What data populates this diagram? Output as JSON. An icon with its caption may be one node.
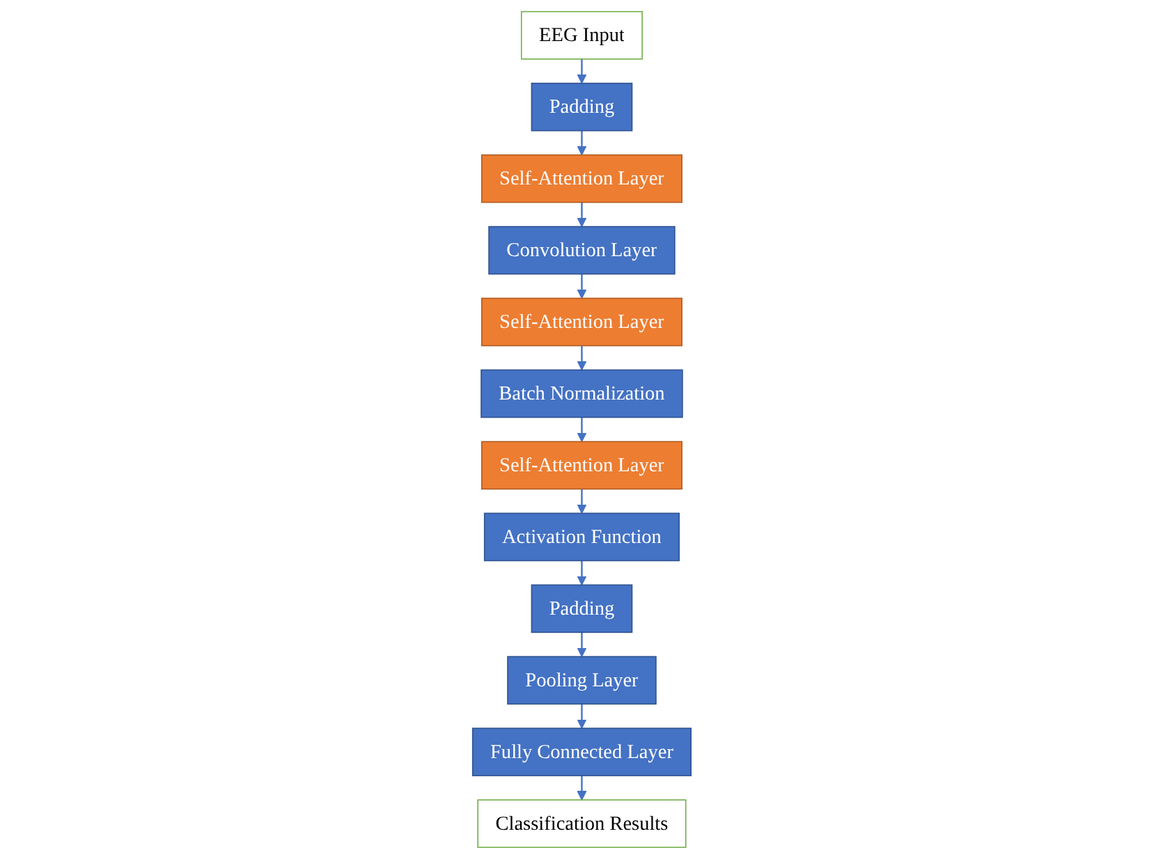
{
  "diagram": {
    "nodes": [
      {
        "text": [
          "EEG Input"
        ]
      },
      {
        "text": [
          "Padding"
        ]
      },
      {
        "text": [
          "Self-Attention Layer"
        ]
      },
      {
        "text": [
          "Convolution Layer"
        ]
      },
      {
        "text": [
          "Self-Attention Layer"
        ]
      },
      {
        "text": [
          "Batch Normalization"
        ]
      },
      {
        "text": [
          "Self-Attention Layer"
        ]
      },
      {
        "text": [
          "Activation Function"
        ]
      },
      {
        "text": [
          "Padding"
        ]
      },
      {
        "text": [
          "Pooling Layer"
        ]
      },
      {
        "text": [
          "Fully Connected Layer"
        ]
      },
      {
        "text": [
          "Classification Results"
        ]
      }
    ],
    "edges": [
      {
        "from": 0,
        "to": 1,
        "arrow": "to"
      },
      {
        "from": 1,
        "to": 2,
        "arrow": "to"
      },
      {
        "from": 2,
        "to": 3,
        "arrow": "to"
      },
      {
        "from": 3,
        "to": 4,
        "arrow": "to"
      },
      {
        "from": 4,
        "to": 5,
        "arrow": "to"
      },
      {
        "from": 5,
        "to": 6,
        "arrow": "to"
      },
      {
        "from": 6,
        "to": 7,
        "arrow": "to"
      },
      {
        "from": 7,
        "to": 8,
        "arrow": "to"
      },
      {
        "from": 8,
        "to": 9,
        "arrow": "to"
      },
      {
        "from": 9,
        "to": 10,
        "arrow": "to"
      },
      {
        "from": 10,
        "to": 11,
        "arrow": "to"
      }
    ]
  }
}
